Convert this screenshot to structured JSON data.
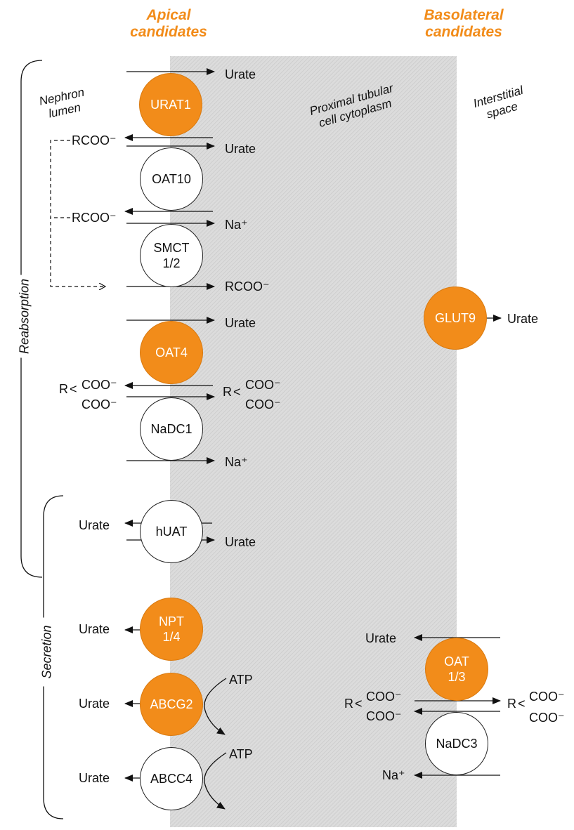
{
  "headers": {
    "apical": "Apical\ncandidates",
    "basolateral": "Basolateral\ncandidates"
  },
  "regions": {
    "nephron_lumen": "Nephron\nlumen",
    "cytoplasm": "Proximal tubular\ncell cytoplasm",
    "interstitial": "Interstitial\nspace"
  },
  "side_labels": {
    "reabsorption": "Reabsorption",
    "secretion": "Secretion"
  },
  "transporters": {
    "urat1": "URAT1",
    "oat10": "OAT10",
    "smct": "SMCT\n1/2",
    "oat4": "OAT4",
    "nadc1": "NaDC1",
    "huat": "hUAT",
    "npt": "NPT\n1/4",
    "abcg2": "ABCG2",
    "abcc4": "ABCC4",
    "glut9": "GLUT9",
    "oat13": "OAT\n1/3",
    "nadc3": "NaDC3"
  },
  "substrates": {
    "urate": "Urate",
    "rcoo": "RCOO⁻",
    "na": "Na⁺",
    "atp": "ATP",
    "r": "R",
    "coo": "COO⁻"
  },
  "colors": {
    "orange": "#f28c1a",
    "membrane_gray": "#d9d9d9",
    "line": "#111111"
  }
}
